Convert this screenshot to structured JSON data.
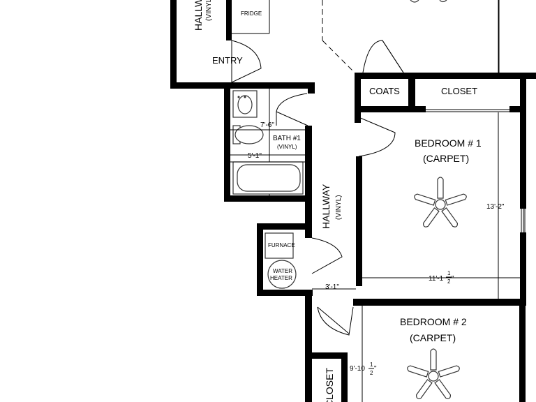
{
  "rooms": {
    "hallway_top": "HALLWAY",
    "hallway_top_floor": "(VINYL)",
    "entry": "ENTRY",
    "coats": "COATS",
    "closet": "CLOSET",
    "bath": "BATH #1",
    "bath_floor": "(VINYL)",
    "hallway": "HALLWAY",
    "hallway_floor": "(VINYL)",
    "bedroom1": "BEDROOM # 1",
    "bedroom1_floor": "(CARPET)",
    "bedroom2": "BEDROOM # 2",
    "bedroom2_floor": "(CARPET)",
    "closet_bottom": "CLOSET"
  },
  "fixtures": {
    "fridge": "FRIDGE",
    "furnace": "FURNACE",
    "water_heater_1": "WATER",
    "water_heater_2": "HEATER"
  },
  "dimensions": {
    "bath_width": "7'-6\"",
    "bath_depth": "5'-1\"",
    "hall_width": "3'-1\"",
    "bed1_height": "13'-2\"",
    "bed1_width_main": "11'-1",
    "bed1_width_frac_num": "1",
    "bed1_width_frac_den": "2",
    "bed1_width_unit": "\"",
    "bed2_closet_main": "9'-10",
    "bed2_closet_frac_num": "1",
    "bed2_closet_frac_den": "2",
    "bed2_closet_unit": "\""
  }
}
